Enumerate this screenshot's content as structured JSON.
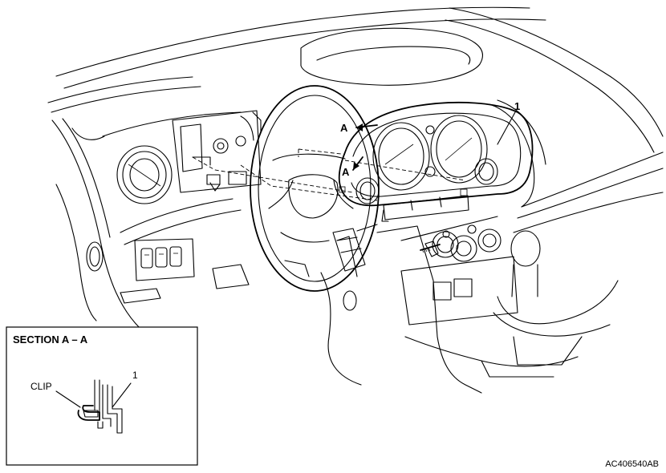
{
  "callouts": {
    "part_number_main": "1",
    "section_arrow_upper": "A",
    "section_arrow_lower": "A"
  },
  "section_view": {
    "title": "SECTION A – A",
    "clip_label": "CLIP",
    "part_number": "1"
  },
  "figure_code": "AC406540AB"
}
